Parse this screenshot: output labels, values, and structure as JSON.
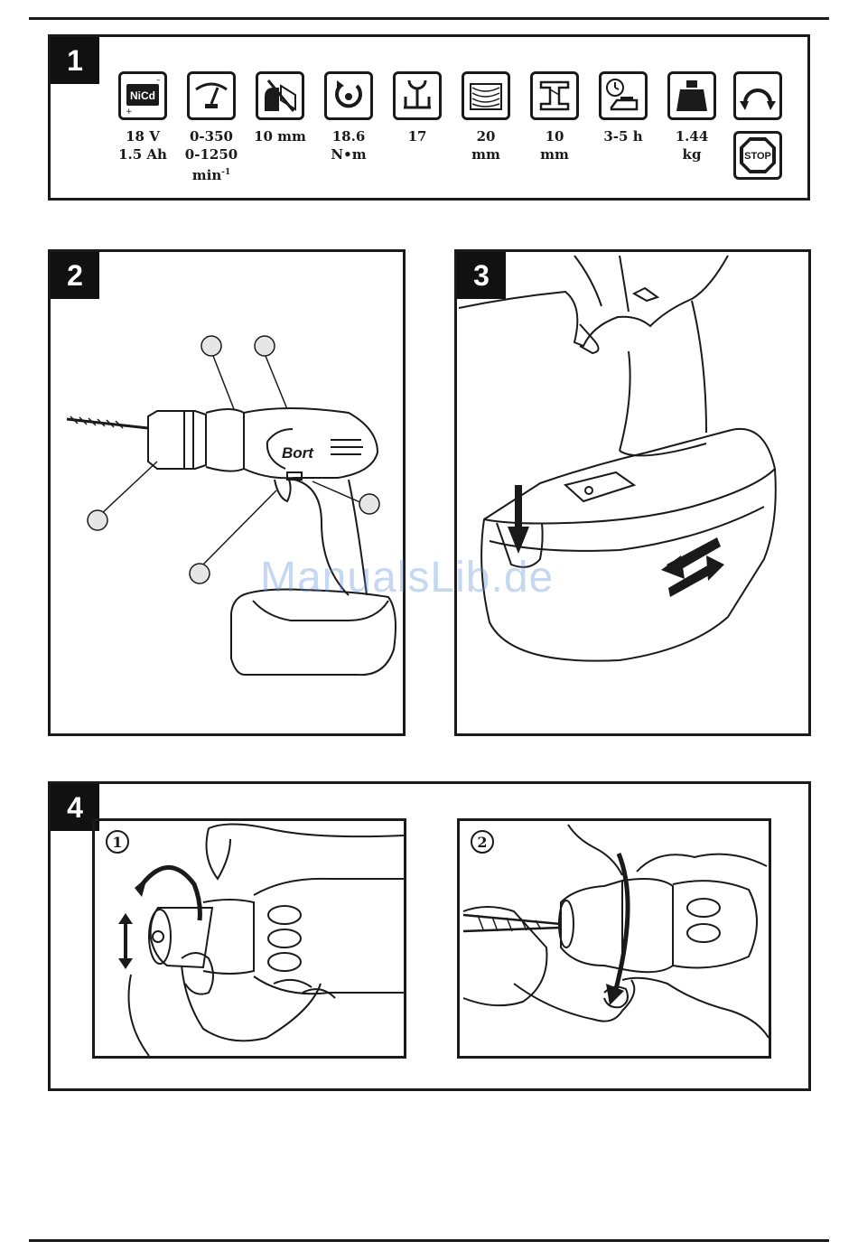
{
  "watermark": "ManualsLib.de",
  "figure1": {
    "number": "1",
    "specs": [
      {
        "icon": "battery-nicd-icon",
        "icon_text": "NiCd",
        "line1": "18 V",
        "line2": "1.5 Ah"
      },
      {
        "icon": "speed-gauge-icon",
        "line1": "0-350",
        "line2": "0-1250",
        "line3": "min",
        "line3_sup": "-1"
      },
      {
        "icon": "drill-chuck-capacity-icon",
        "line1": "10 mm"
      },
      {
        "icon": "torque-icon",
        "line1": "18.6",
        "line2": "N•m"
      },
      {
        "icon": "clutch-settings-icon",
        "line1": "17"
      },
      {
        "icon": "wood-drilling-icon",
        "line1": "20",
        "line2": "mm"
      },
      {
        "icon": "steel-drilling-icon",
        "line1": "10",
        "line2": "mm"
      },
      {
        "icon": "charging-time-icon",
        "line1": "3-5 h"
      },
      {
        "icon": "weight-icon",
        "line1": "1.44",
        "line2": "kg"
      }
    ],
    "reverse_icon": "reverse-rotation-icon",
    "stop_label": "STOP"
  },
  "figure2": {
    "number": "2",
    "brand": "Bort"
  },
  "figure3": {
    "number": "3"
  },
  "figure4": {
    "number": "4",
    "step1": "1",
    "step2": "2"
  }
}
